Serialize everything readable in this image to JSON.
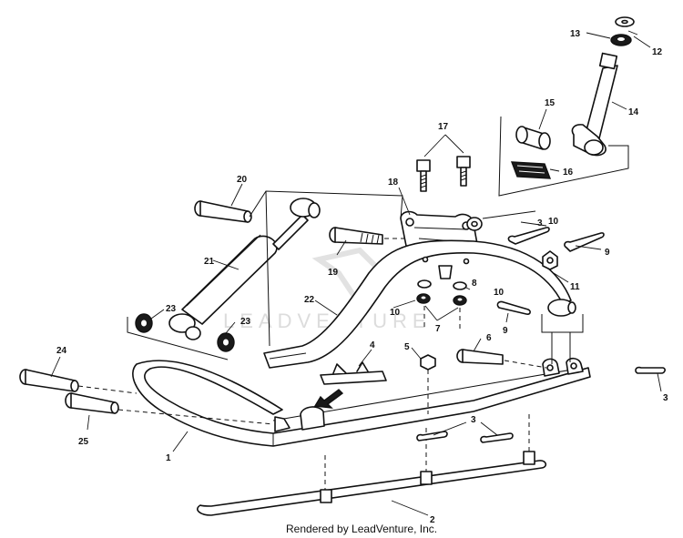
{
  "credit": "Rendered by LeadVenture, Inc.",
  "watermark": "LEADVENTURE",
  "callouts": {
    "c1": "1",
    "c2": "2",
    "c3a": "3",
    "c3b": "3",
    "c3c": "3",
    "c4": "4",
    "c5": "5",
    "c6": "6",
    "c7": "7",
    "c8": "8",
    "c9a": "9",
    "c9b": "9",
    "c10a": "10",
    "c10b": "10",
    "c10c": "10",
    "c11": "11",
    "c12": "12",
    "c13": "13",
    "c14": "14",
    "c15": "15",
    "c16": "16",
    "c17": "17",
    "c18": "18",
    "c19": "19",
    "c20": "20",
    "c21": "21",
    "c22": "22",
    "c23a": "23",
    "c23b": "23",
    "c24": "24",
    "c25": "25"
  }
}
